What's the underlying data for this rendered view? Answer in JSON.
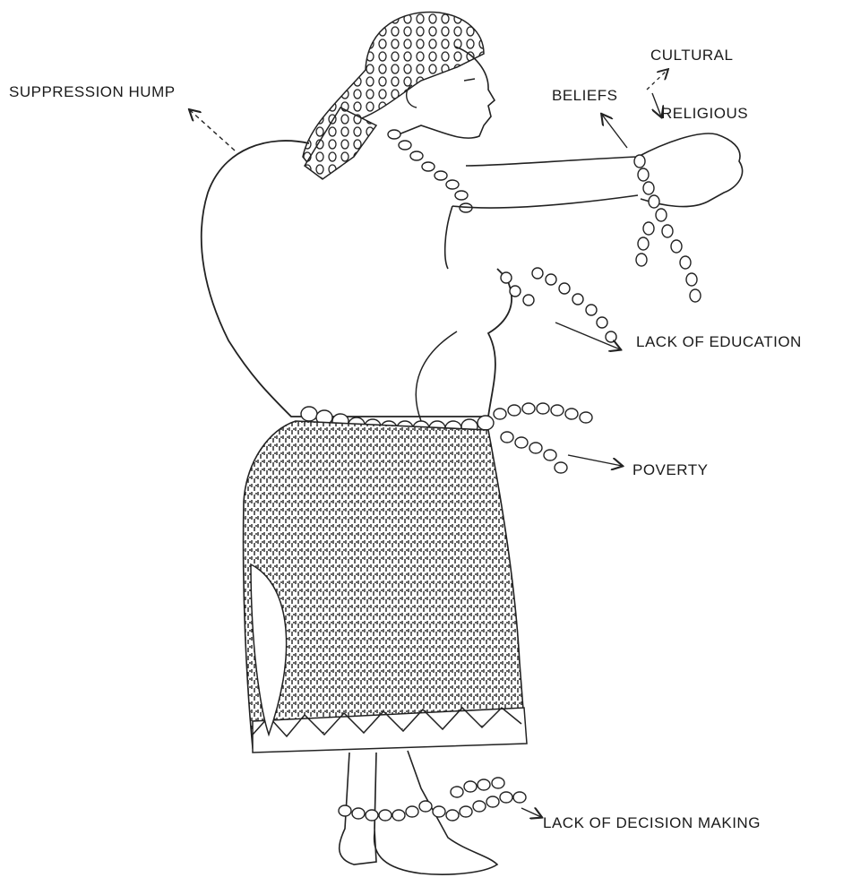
{
  "diagram": {
    "labels": {
      "suppression_hump": "SUPPRESSION HUMP",
      "cultural": "CULTURAL",
      "beliefs": "BELIEFS",
      "religious": "RELIGIOUS",
      "lack_of_education": "LACK OF EDUCATION",
      "poverty": "POVERTY",
      "lack_of_decision_making": "LACK OF DECISION MAKING"
    },
    "colors": {
      "ink": "#1a1a1a",
      "paper": "#ffffff"
    }
  }
}
